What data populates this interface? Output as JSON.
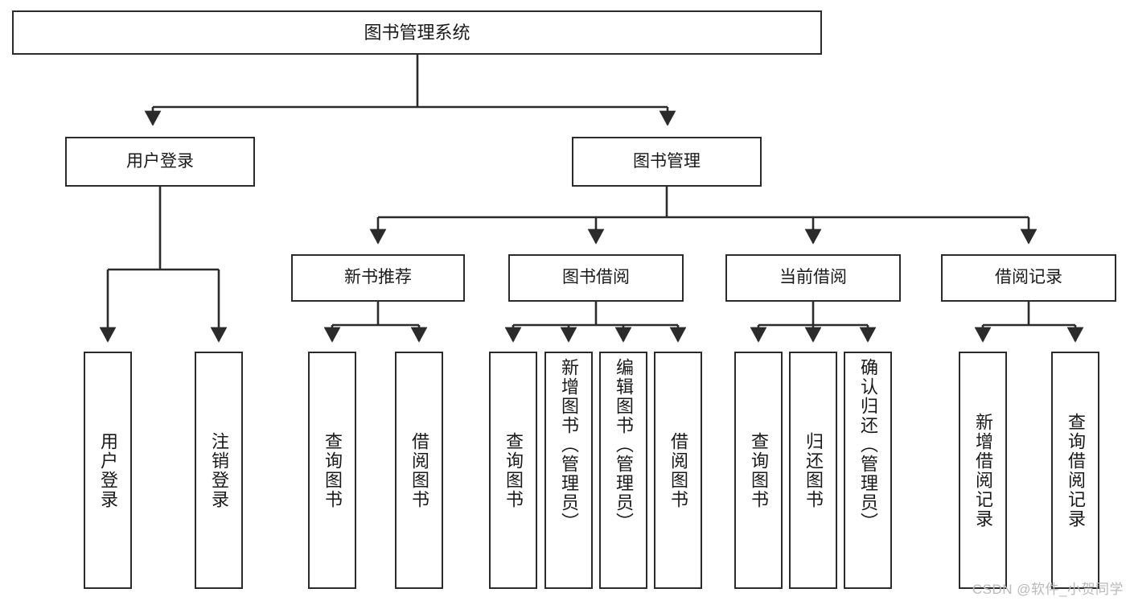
{
  "diagram": {
    "title": "图书管理系统",
    "type": "tree",
    "watermark": "CSDN @软件_小贺同学",
    "colors": {
      "stroke": "#2b2b2b",
      "fill": "#ffffff",
      "text": "#1a1a1a",
      "watermark": "#b9b9b9"
    },
    "nodes": {
      "root": {
        "label": "图书管理系统"
      },
      "level2": [
        {
          "label": "用户登录"
        },
        {
          "label": "图书管理"
        }
      ],
      "level3": [
        {
          "label": "新书推荐"
        },
        {
          "label": "图书借阅"
        },
        {
          "label": "当前借阅"
        },
        {
          "label": "借阅记录"
        }
      ],
      "leaves": {
        "user_login": [
          {
            "label": "用户登录"
          },
          {
            "label": "注销登录"
          }
        ],
        "new_book": [
          {
            "label": "查询图书"
          },
          {
            "label": "借阅图书"
          }
        ],
        "book_borrow": [
          {
            "label": "查询图书"
          },
          {
            "label": "新增图书（管理员）"
          },
          {
            "label": "编辑图书（管理员）"
          },
          {
            "label": "借阅图书"
          }
        ],
        "current_borrow": [
          {
            "label": "查询图书"
          },
          {
            "label": "归还图书"
          },
          {
            "label": "确认归还（管理员）"
          }
        ],
        "borrow_record": [
          {
            "label": "新增借阅记录"
          },
          {
            "label": "查询借阅记录"
          }
        ]
      }
    }
  }
}
